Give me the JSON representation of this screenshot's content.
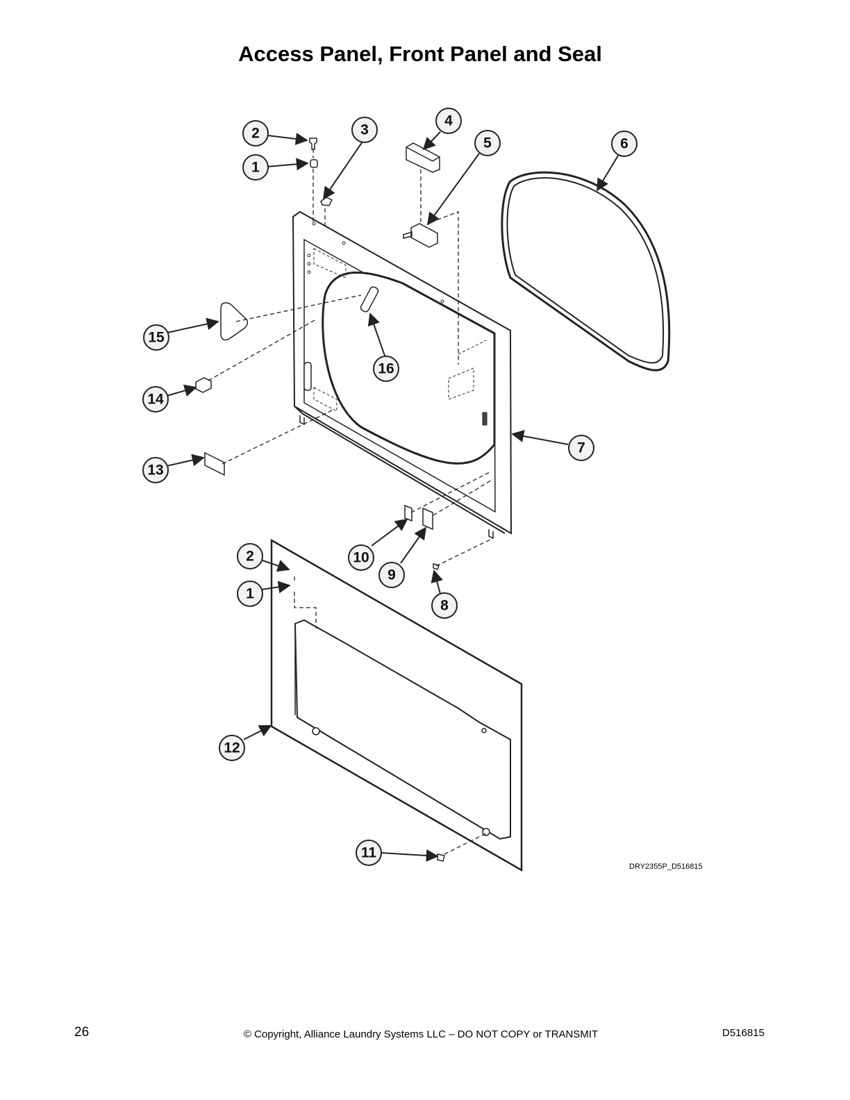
{
  "title": "Access Panel, Front Panel and Seal",
  "callouts": [
    {
      "id": "c2a",
      "label": "2"
    },
    {
      "id": "c1a",
      "label": "1"
    },
    {
      "id": "c3",
      "label": "3"
    },
    {
      "id": "c4",
      "label": "4"
    },
    {
      "id": "c5",
      "label": "5"
    },
    {
      "id": "c6",
      "label": "6"
    },
    {
      "id": "c15",
      "label": "15"
    },
    {
      "id": "c16",
      "label": "16"
    },
    {
      "id": "c14",
      "label": "14"
    },
    {
      "id": "c7",
      "label": "7"
    },
    {
      "id": "c13",
      "label": "13"
    },
    {
      "id": "c10",
      "label": "10"
    },
    {
      "id": "c9",
      "label": "9"
    },
    {
      "id": "c8",
      "label": "8"
    },
    {
      "id": "c2b",
      "label": "2"
    },
    {
      "id": "c1b",
      "label": "1"
    },
    {
      "id": "c12",
      "label": "12"
    },
    {
      "id": "c11",
      "label": "11"
    }
  ],
  "drawing_code": "DRY2355P_D516815",
  "footer": {
    "page_number": "26",
    "copyright": "© Copyright, Alliance Laundry Systems LLC – DO NOT COPY or TRANSMIT",
    "doc_number": "D516815"
  }
}
